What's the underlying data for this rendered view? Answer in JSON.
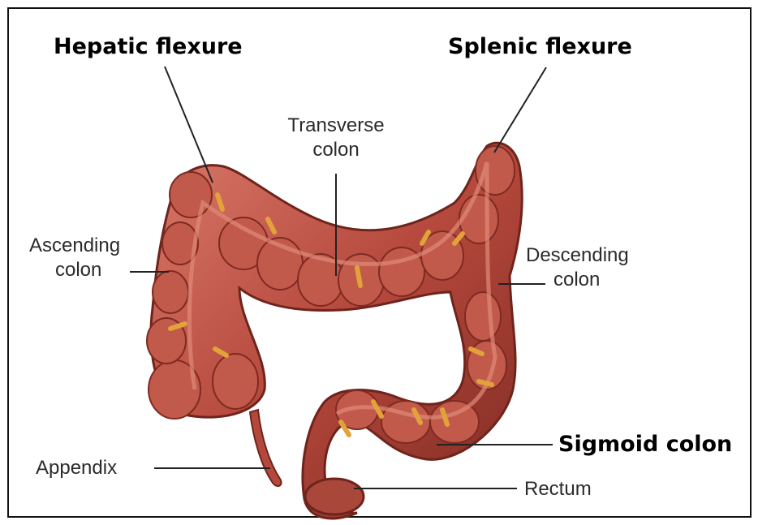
{
  "colors": {
    "colon_fill": "#b5483c",
    "colon_dark": "#7e2a22",
    "colon_light": "#d9796a",
    "fat": "#e2a23a",
    "leader": "#222222"
  },
  "labels": {
    "hepatic_flexure": "Hepatic flexure",
    "splenic_flexure": "Splenic flexure",
    "transverse": [
      "Transverse",
      "colon"
    ],
    "ascending": [
      "Ascending",
      "colon"
    ],
    "descending": [
      "Descending",
      "colon"
    ],
    "sigmoid": "Sigmoid colon",
    "appendix": "Appendix",
    "rectum": "Rectum"
  }
}
